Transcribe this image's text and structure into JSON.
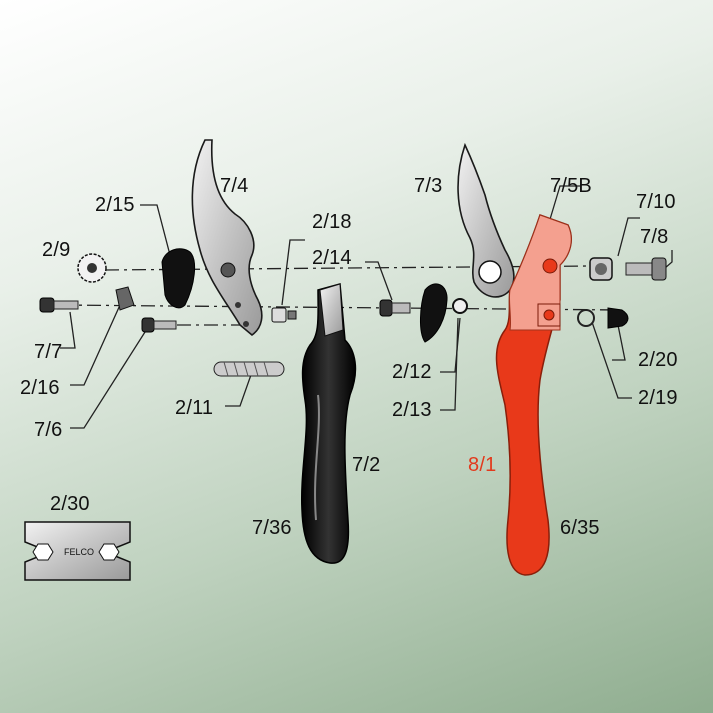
{
  "labels": {
    "l_7_4": "7/4",
    "l_2_15": "2/15",
    "l_2_9": "2/9",
    "l_2_18": "2/18",
    "l_2_14": "2/14",
    "l_7_3": "7/3",
    "l_7_5b": "7/5B",
    "l_7_10": "7/10",
    "l_7_8": "7/8",
    "l_7_7": "7/7",
    "l_2_16": "2/16",
    "l_7_6": "7/6",
    "l_2_11": "2/11",
    "l_2_12": "2/12",
    "l_2_13": "2/13",
    "l_2_20": "2/20",
    "l_2_19": "2/19",
    "l_7_2": "7/2",
    "l_8_1": "8/1",
    "l_7_36": "7/36",
    "l_6_35": "6/35",
    "l_2_30": "2/30"
  },
  "tool_logo_text": "FELCO",
  "colors": {
    "red_handle": "#e8391a",
    "red_handle_light": "#f4a08f",
    "black_handle": "#111111",
    "metal": "#c9c9c9",
    "outline": "#1a1a1a"
  }
}
